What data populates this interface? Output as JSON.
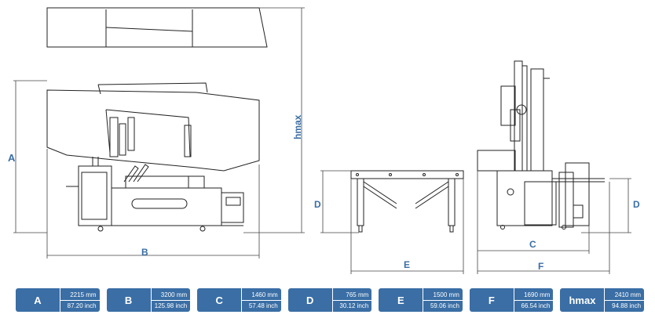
{
  "dimension_labels": {
    "A": "A",
    "B": "B",
    "hmax": "hmax",
    "D_table": "D",
    "E": "E",
    "C": "C",
    "F": "F",
    "D_side": "D"
  },
  "dimensions": [
    {
      "key": "A",
      "mm": "2215 mm",
      "inch": "87.20 inch"
    },
    {
      "key": "B",
      "mm": "3200 mm",
      "inch": "125.98 inch"
    },
    {
      "key": "C",
      "mm": "1460 mm",
      "inch": "57.48 inch"
    },
    {
      "key": "D",
      "mm": "765 mm",
      "inch": "30.12 inch"
    },
    {
      "key": "E",
      "mm": "1500 mm",
      "inch": "59.06 inch"
    },
    {
      "key": "F",
      "mm": "1690 mm",
      "inch": "66.54 inch"
    },
    {
      "key": "hmax",
      "mm": "2410 mm",
      "inch": "94.88 inch"
    }
  ],
  "colors": {
    "accent": "#3a6ea5",
    "line": "#222222",
    "background": "#ffffff"
  }
}
